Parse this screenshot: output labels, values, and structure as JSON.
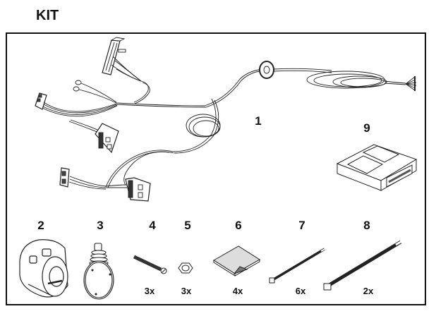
{
  "title": "KIT",
  "parts": [
    {
      "id": "1",
      "label": "1",
      "name": "wiring-harness",
      "quantity": ""
    },
    {
      "id": "2",
      "label": "2",
      "name": "trailer-socket",
      "quantity": ""
    },
    {
      "id": "3",
      "label": "3",
      "name": "socket-gasket",
      "quantity": ""
    },
    {
      "id": "4",
      "label": "4",
      "name": "screw",
      "quantity": "3x"
    },
    {
      "id": "5",
      "label": "5",
      "name": "nut",
      "quantity": "3x"
    },
    {
      "id": "6",
      "label": "6",
      "name": "adhesive-pad",
      "quantity": "4x"
    },
    {
      "id": "7",
      "label": "7",
      "name": "cable-tie-small",
      "quantity": "6x"
    },
    {
      "id": "8",
      "label": "8",
      "name": "cable-tie-large",
      "quantity": "2x"
    },
    {
      "id": "9",
      "label": "9",
      "name": "control-module",
      "quantity": ""
    }
  ]
}
